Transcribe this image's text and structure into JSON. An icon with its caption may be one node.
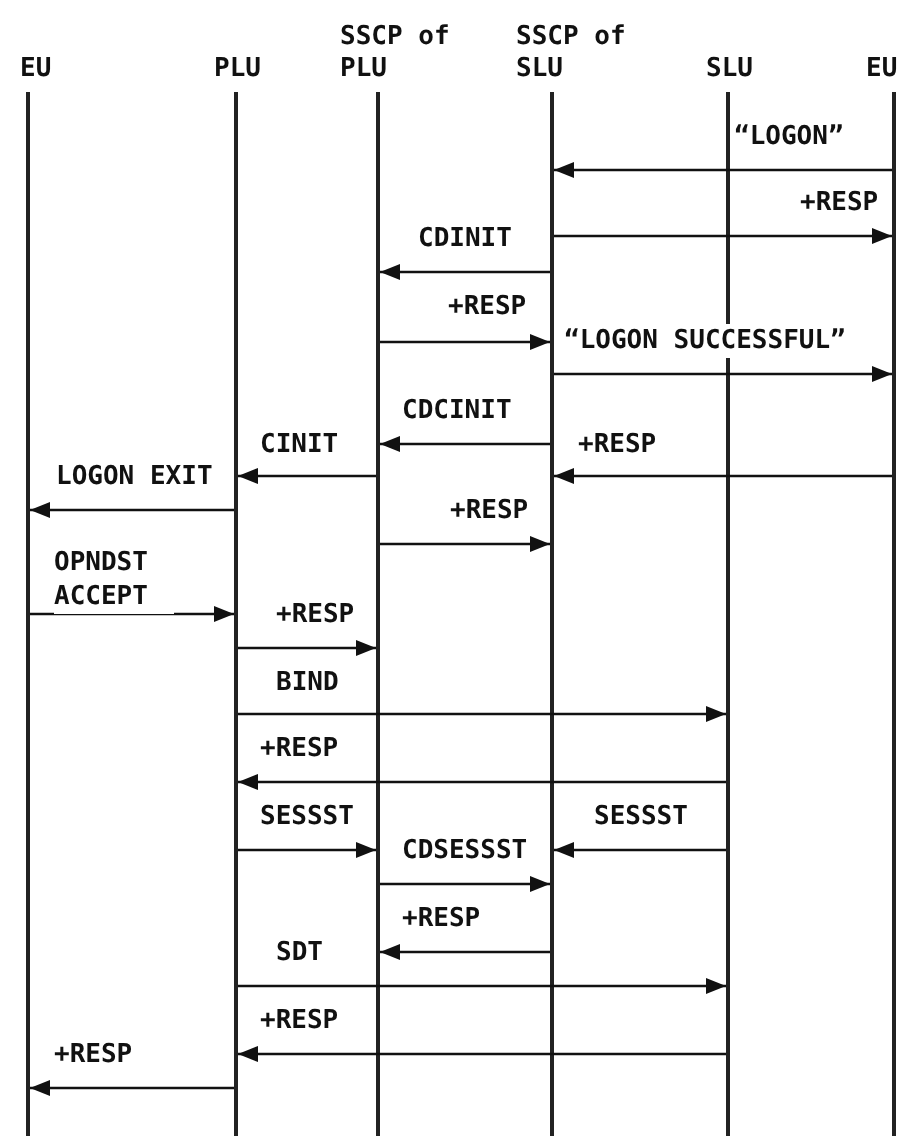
{
  "diagram": {
    "nodes": [
      {
        "text": [
          "EU"
        ]
      },
      {
        "text": [
          "PLU"
        ]
      },
      {
        "text": [
          "SSCP of PLU"
        ]
      },
      {
        "text": [
          "SSCP of SLU"
        ]
      },
      {
        "text": [
          "SLU"
        ]
      },
      {
        "text": [
          "EU"
        ]
      }
    ],
    "edges": [
      {
        "from": 5,
        "to": 3,
        "arrow": "to",
        "label": "“LOGON”"
      },
      {
        "from": 3,
        "to": 5,
        "arrow": "to",
        "label": "+RESP"
      },
      {
        "from": 3,
        "to": 2,
        "arrow": "to",
        "label": "CDINIT"
      },
      {
        "from": 2,
        "to": 3,
        "arrow": "to",
        "label": "+RESP"
      },
      {
        "from": 3,
        "to": 5,
        "arrow": "to",
        "label": "“LOGON SUCCESSFUL”"
      },
      {
        "from": 3,
        "to": 2,
        "arrow": "to",
        "label": "CDCINIT"
      },
      {
        "from": 5,
        "to": 3,
        "arrow": "to",
        "label": "+RESP"
      },
      {
        "from": 2,
        "to": 1,
        "arrow": "to",
        "label": "CINIT"
      },
      {
        "from": 1,
        "to": 0,
        "arrow": "to",
        "label": "LOGON EXIT"
      },
      {
        "from": 2,
        "to": 3,
        "arrow": "to",
        "label": "+RESP"
      },
      {
        "from": 0,
        "to": 1,
        "arrow": "to",
        "label": "OPNDST ACCEPT"
      },
      {
        "from": 1,
        "to": 2,
        "arrow": "to",
        "label": "+RESP"
      },
      {
        "from": 1,
        "to": 4,
        "arrow": "to",
        "label": "BIND"
      },
      {
        "from": 4,
        "to": 1,
        "arrow": "to",
        "label": "+RESP"
      },
      {
        "from": 1,
        "to": 2,
        "arrow": "to",
        "label": "SESSST"
      },
      {
        "from": 4,
        "to": 3,
        "arrow": "to",
        "label": "SESSST"
      },
      {
        "from": 2,
        "to": 3,
        "arrow": "to",
        "label": "CDSESSST"
      },
      {
        "from": 3,
        "to": 2,
        "arrow": "to",
        "label": "+RESP"
      },
      {
        "from": 1,
        "to": 4,
        "arrow": "to",
        "label": "SDT"
      },
      {
        "from": 4,
        "to": 1,
        "arrow": "to",
        "label": "+RESP"
      },
      {
        "from": 1,
        "to": 0,
        "arrow": "to",
        "label": "+RESP"
      }
    ]
  }
}
